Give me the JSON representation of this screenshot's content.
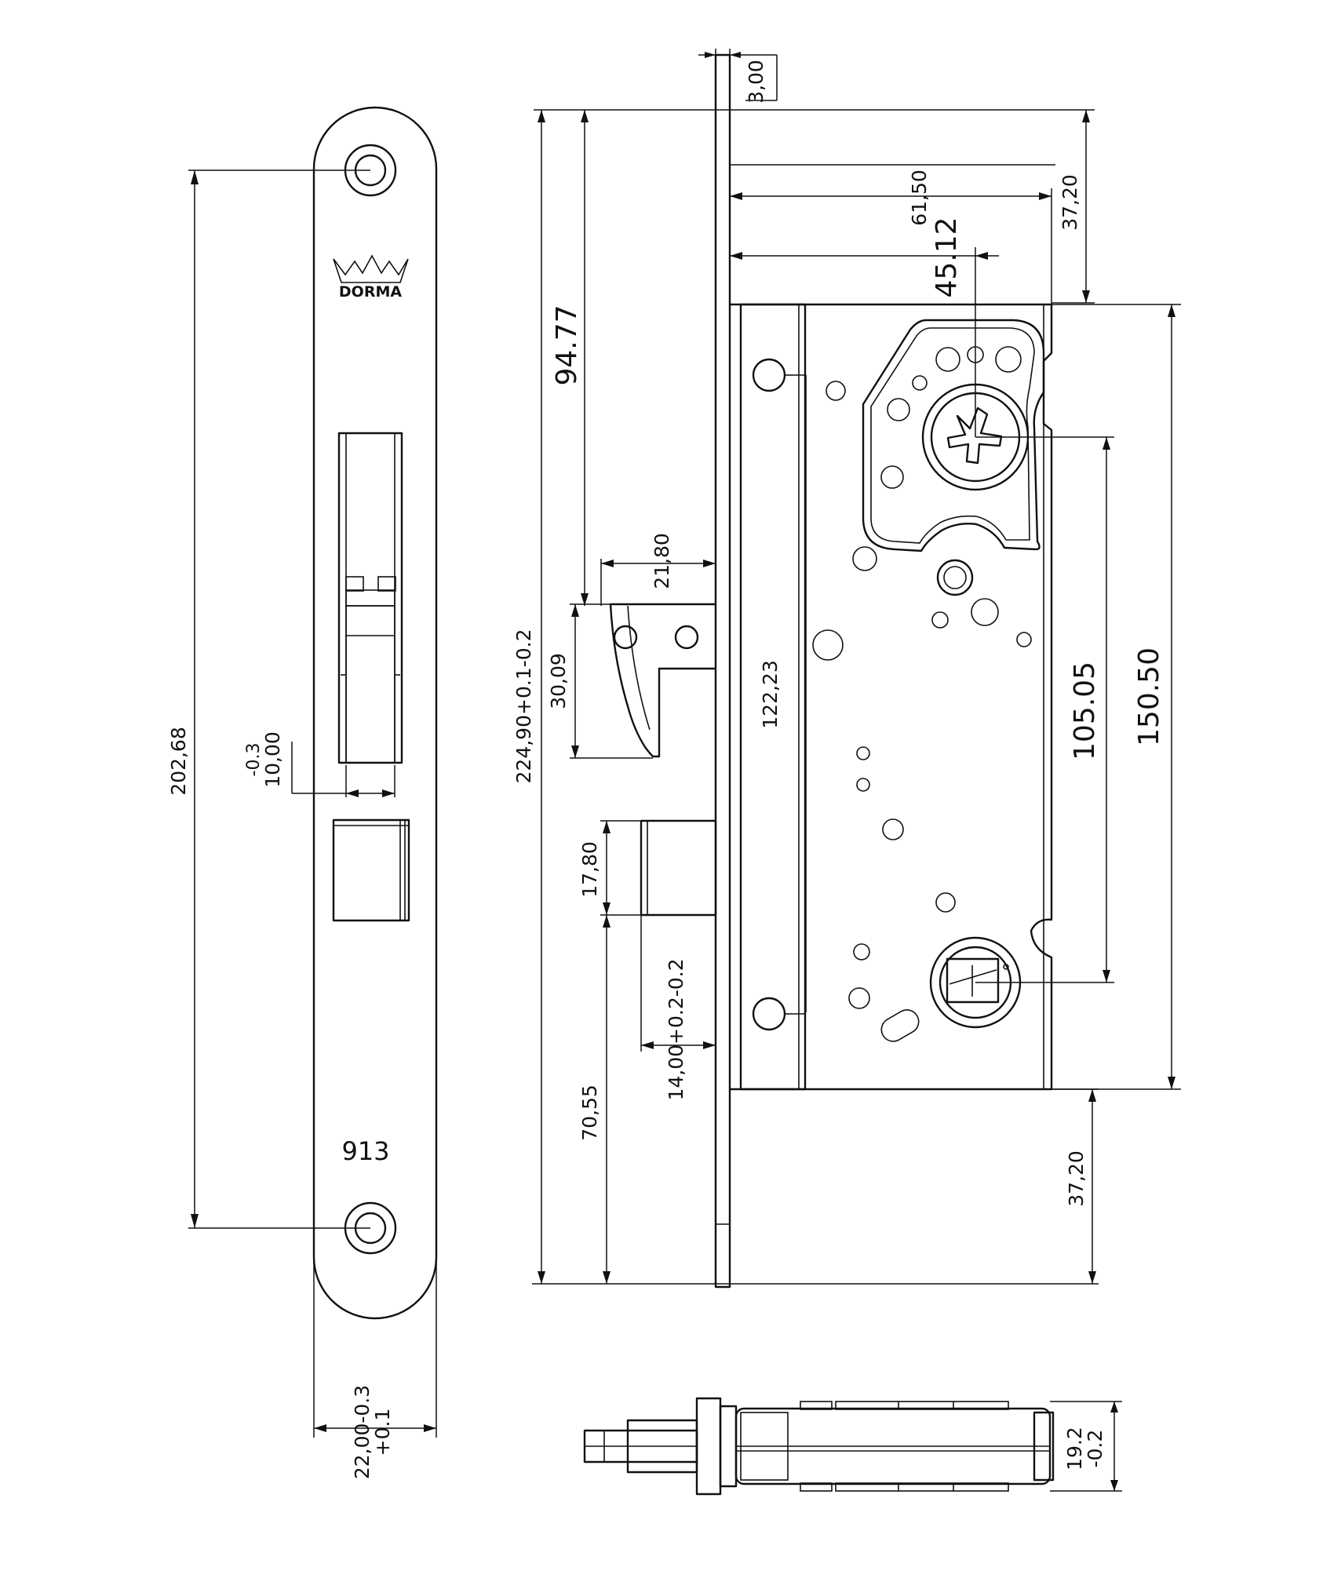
{
  "drawing": {
    "brand": "DORMA",
    "model_number": "913",
    "dimensions": {
      "total_length": "202,68",
      "bolt_width_tol": "-0.3",
      "bolt_width": "10,00",
      "faceplate_width": "22,00-0.3",
      "faceplate_width_tol": "+0.1",
      "plate_thickness": "3,00",
      "backset_61": "61,50",
      "backset_45": "45.12",
      "top_offset": "37,20",
      "bottom_offset": "37,20",
      "latch_to_top": "94.77",
      "overall_height": "224,90+0.1-0.2",
      "latch_projection": "21,80",
      "latch_height": "30,09",
      "fixing_spacing": "122,23",
      "deadbolt_height": "17,80",
      "deadbolt_to_bottom": "70,55",
      "deadbolt_projection": "14,00+0.2-0.2",
      "follower_to_cylinder": "105.05",
      "case_height": "150.50",
      "case_depth": "19.2",
      "case_depth_tol": "-0.2"
    }
  }
}
